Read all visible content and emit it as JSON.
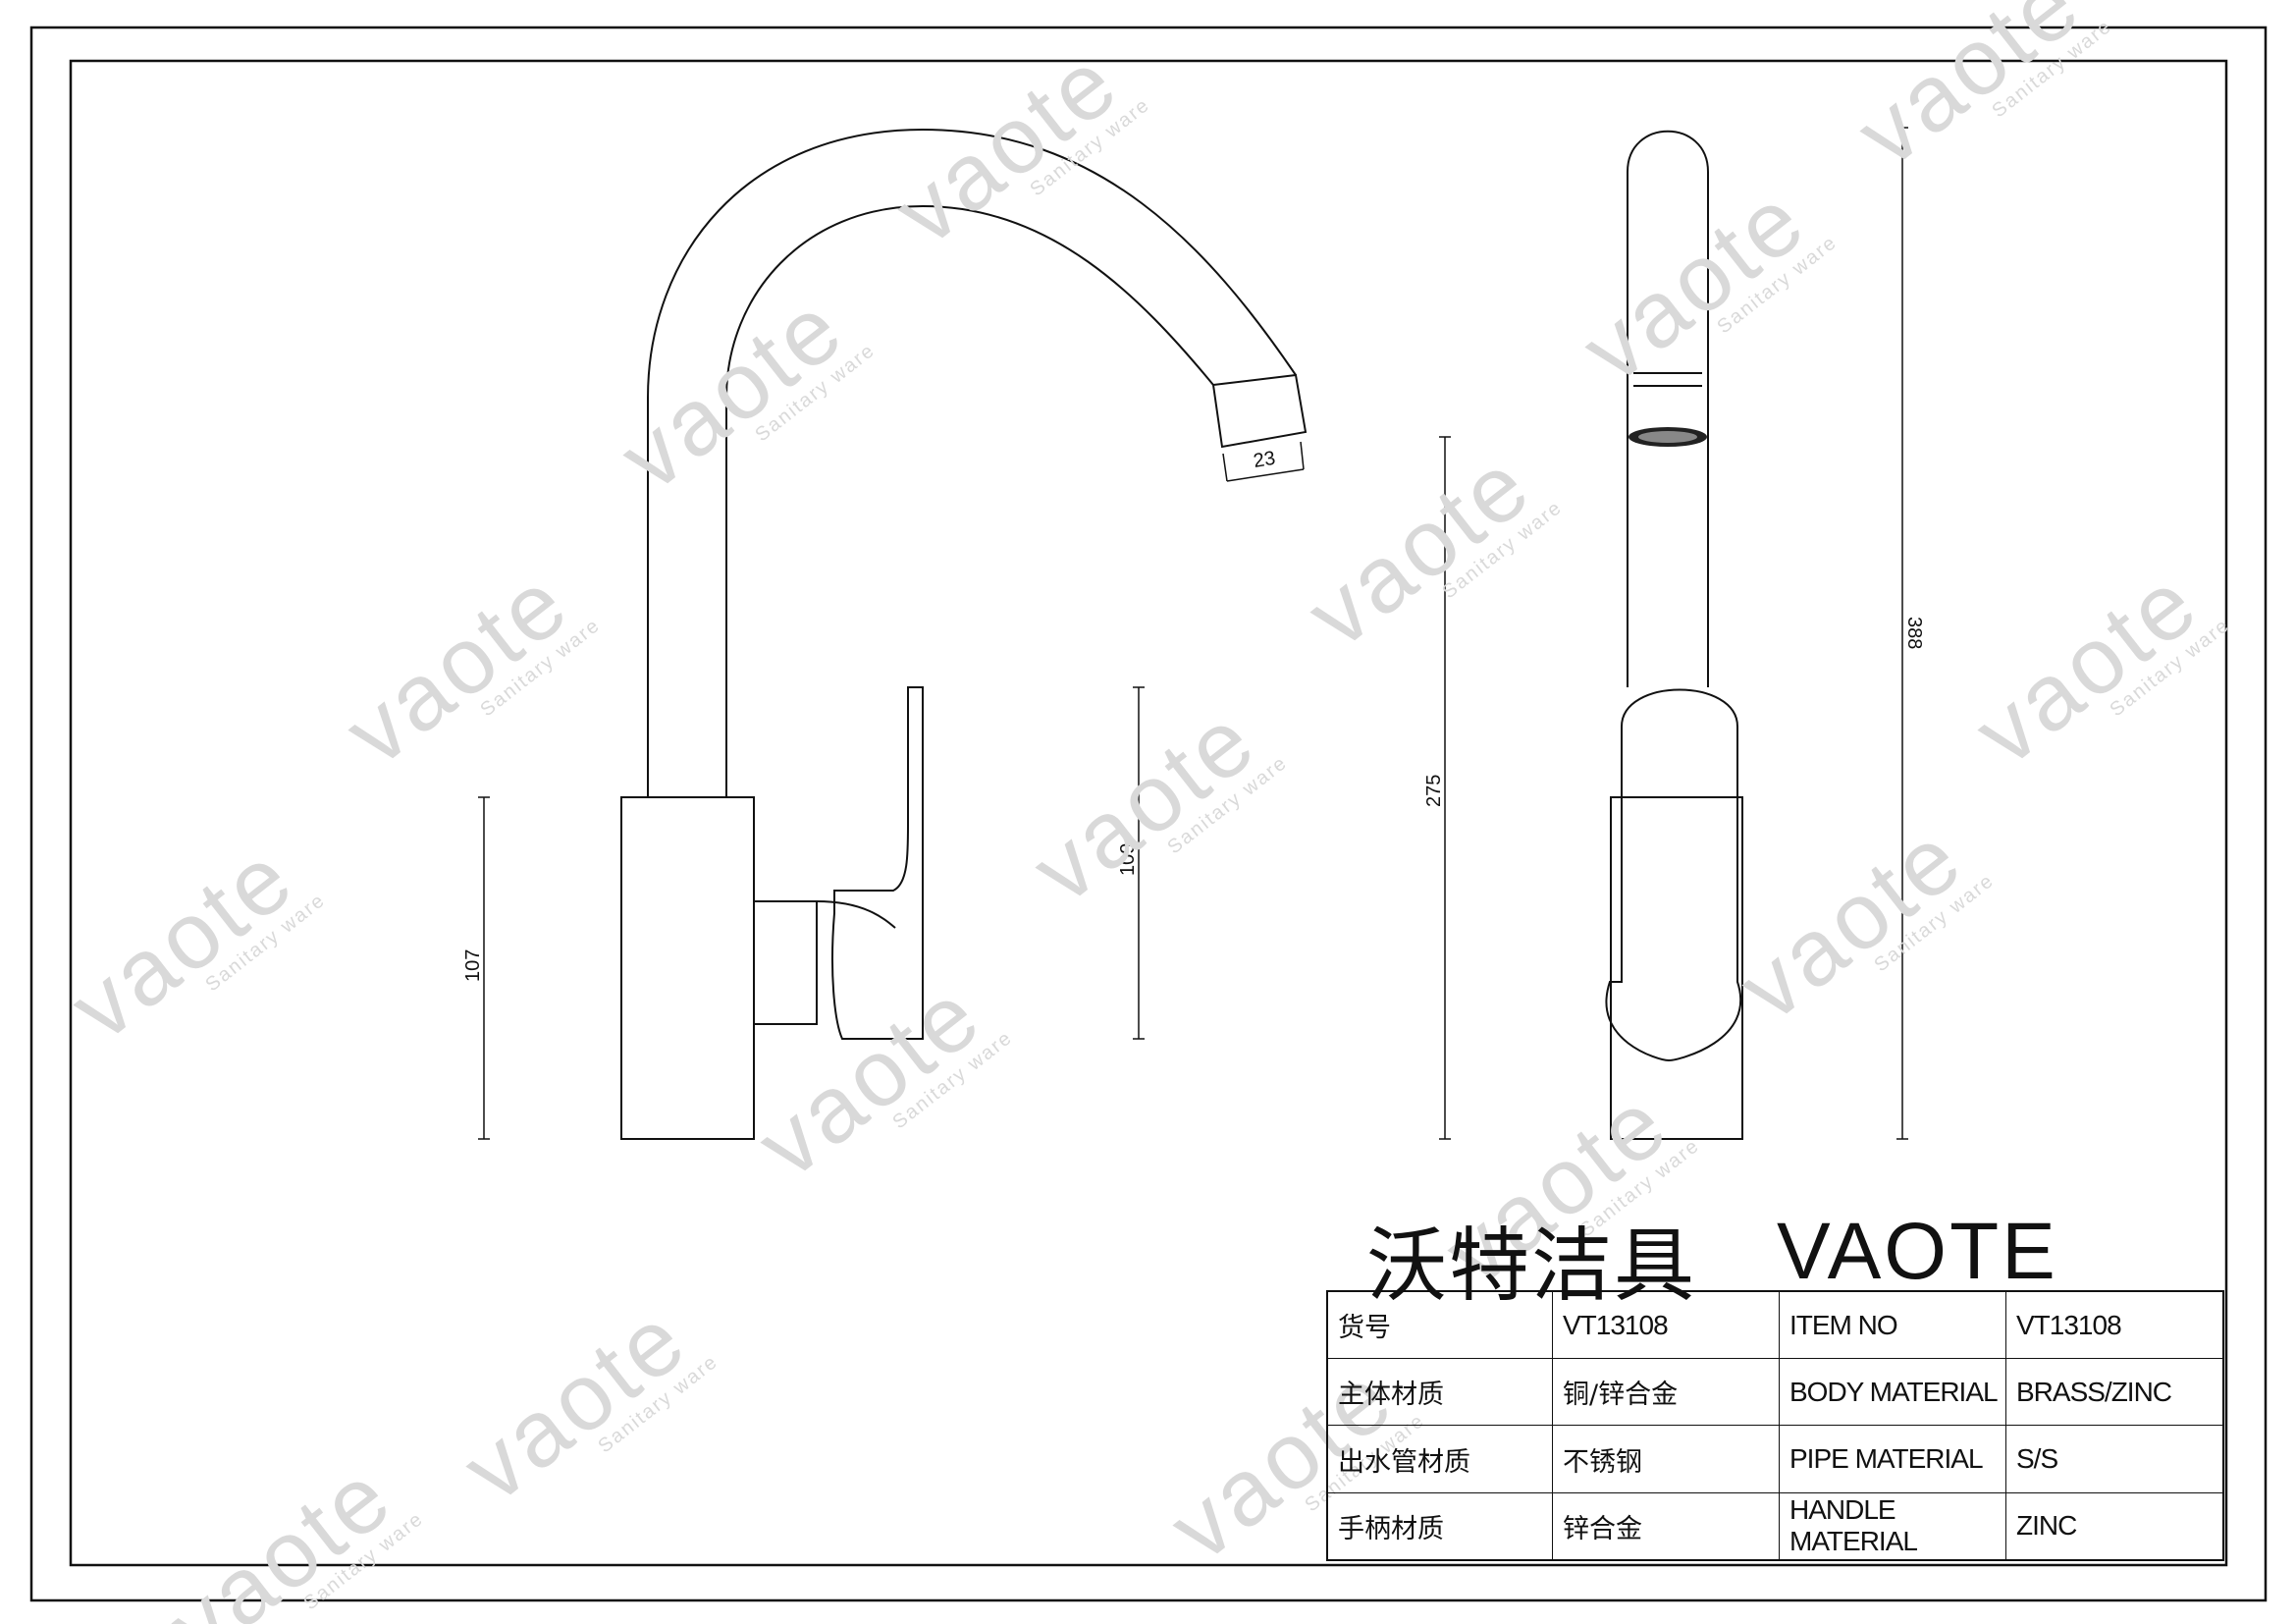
{
  "dimensions": {
    "spout_outlet": "23",
    "body_height": "107",
    "handle_height": "109",
    "outlet_height": "275",
    "total_height": "388"
  },
  "brand": {
    "chinese": "沃特洁具",
    "english": "VAOTE"
  },
  "watermark": {
    "brand": "vaote",
    "sub": "Sanitary ware"
  },
  "spec_table": [
    {
      "cn_label": "货号",
      "cn_value": "VT13108",
      "en_label": "ITEM NO",
      "en_value": "VT13108"
    },
    {
      "cn_label": "主体材质",
      "cn_value": "铜/锌合金",
      "en_label": "BODY MATERIAL",
      "en_value": "BRASS/ZINC"
    },
    {
      "cn_label": "出水管材质",
      "cn_value": "不锈钢",
      "en_label": "PIPE MATERIAL",
      "en_value": "S/S"
    },
    {
      "cn_label": "手柄材质",
      "cn_value": "锌合金",
      "en_label": "HANDLE MATERIAL",
      "en_value": "ZINC"
    }
  ]
}
